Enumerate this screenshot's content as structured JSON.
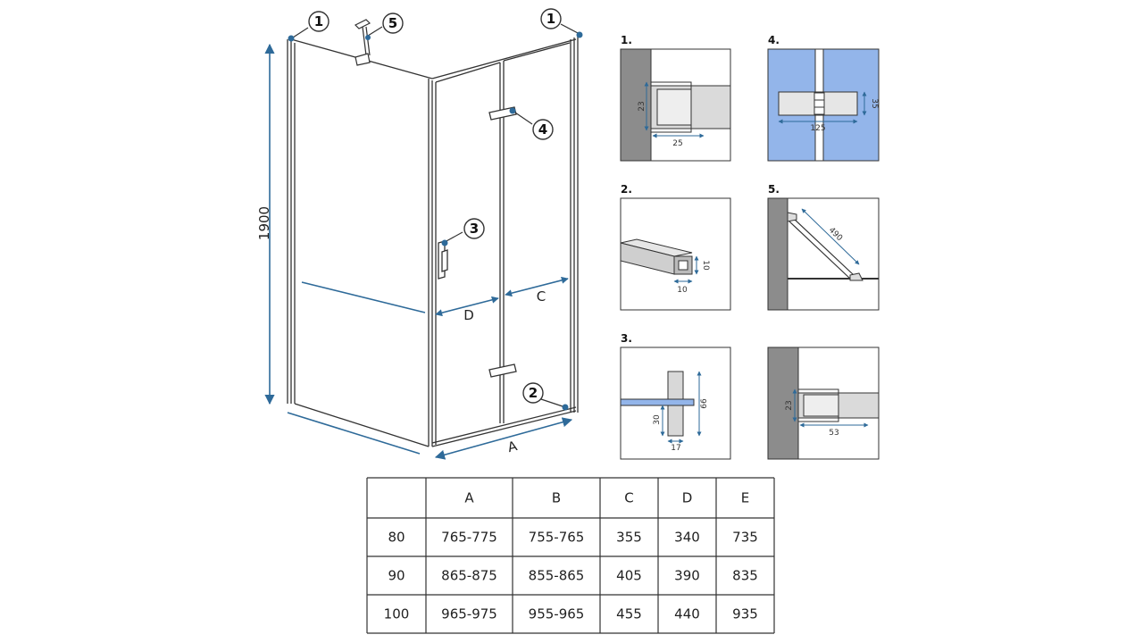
{
  "colors": {
    "accent_blue": "#2e6a99",
    "wall_gray": "#8c8c8c",
    "glass_blue": "#93b5ea",
    "line": "#333333"
  },
  "main_drawing": {
    "height_label": "1900",
    "width_label": "A",
    "door_segment_labels": {
      "d": "D",
      "c": "C"
    },
    "callouts": [
      {
        "id": "corner-left",
        "number": "1"
      },
      {
        "id": "corner-right",
        "number": "1"
      },
      {
        "id": "bottom-profile",
        "number": "2"
      },
      {
        "id": "door-handle",
        "number": "3"
      },
      {
        "id": "hinge",
        "number": "4"
      },
      {
        "id": "stabilizer-bar",
        "number": "5"
      }
    ]
  },
  "detail_panels": {
    "p1": {
      "label": "1.",
      "dim_height": "23",
      "dim_width": "25"
    },
    "p2": {
      "label": "2.",
      "dim_height": "10",
      "dim_width": "10"
    },
    "p3": {
      "label": "3.",
      "dim_total": "66",
      "dim_inner": "30",
      "dim_width": "17"
    },
    "p4": {
      "label": "4.",
      "dim_height": "35",
      "dim_width": "125"
    },
    "p5": {
      "label": "5.",
      "dim_length": "490"
    },
    "p6": {
      "label": "",
      "dim_height": "23",
      "dim_width": "53"
    }
  },
  "dimension_table": {
    "headers": [
      "",
      "A",
      "B",
      "C",
      "D",
      "E"
    ],
    "rows": [
      [
        "80",
        "765-775",
        "755-765",
        "355",
        "340",
        "735"
      ],
      [
        "90",
        "865-875",
        "855-865",
        "405",
        "390",
        "835"
      ],
      [
        "100",
        "965-975",
        "955-965",
        "455",
        "440",
        "935"
      ]
    ]
  }
}
